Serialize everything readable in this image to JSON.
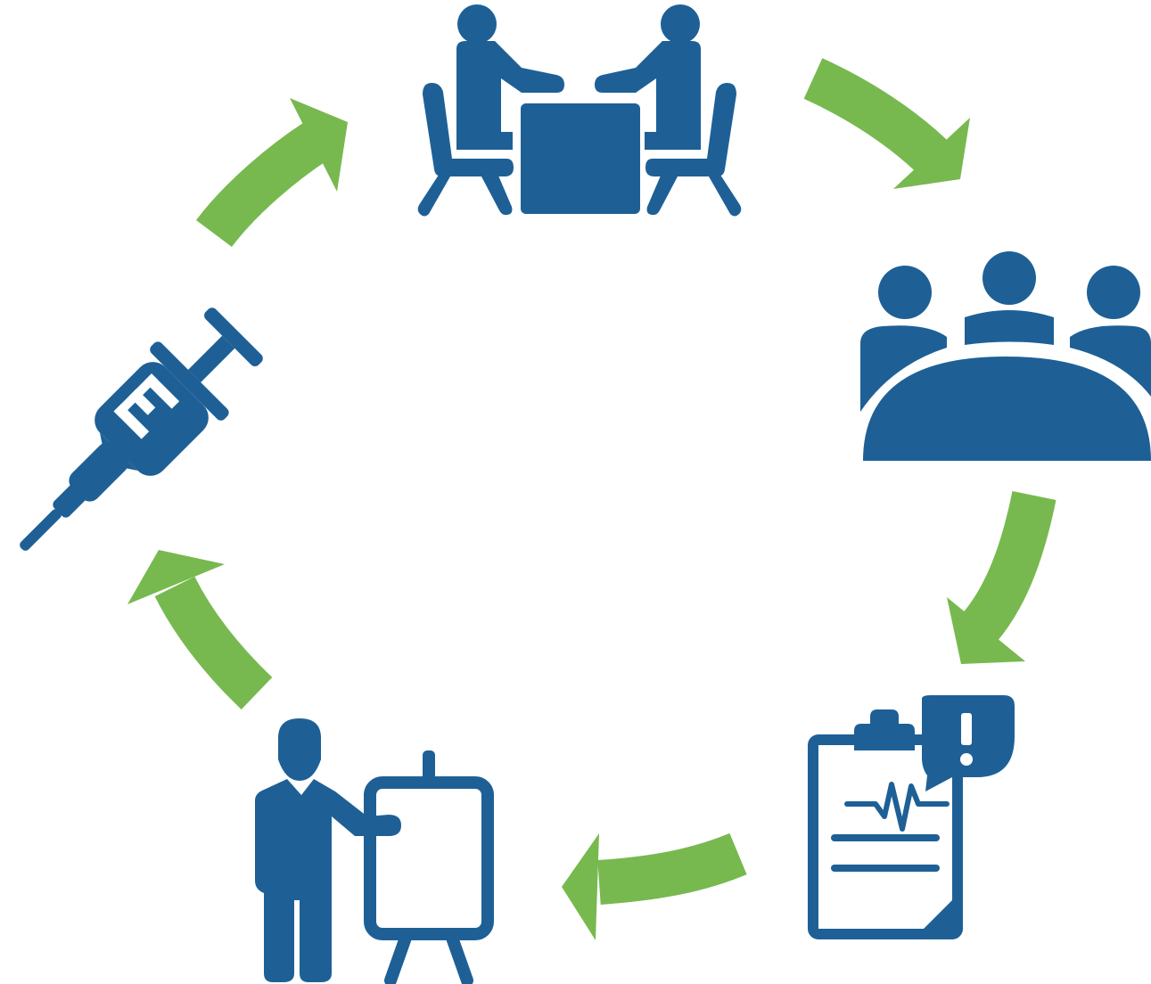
{
  "colors": {
    "icon": "#1e6096",
    "arrow": "#77b94f",
    "background": "#ffffff"
  },
  "cycle": {
    "steps": [
      {
        "id": "consultation",
        "icon": "two-people-meeting-at-table-icon"
      },
      {
        "id": "group-meeting",
        "icon": "group-meeting-icon"
      },
      {
        "id": "medical-report",
        "icon": "medical-clipboard-alert-icon"
      },
      {
        "id": "presentation",
        "icon": "presenter-whiteboard-icon"
      },
      {
        "id": "vaccination",
        "icon": "syringe-icon"
      }
    ],
    "direction": "clockwise"
  }
}
